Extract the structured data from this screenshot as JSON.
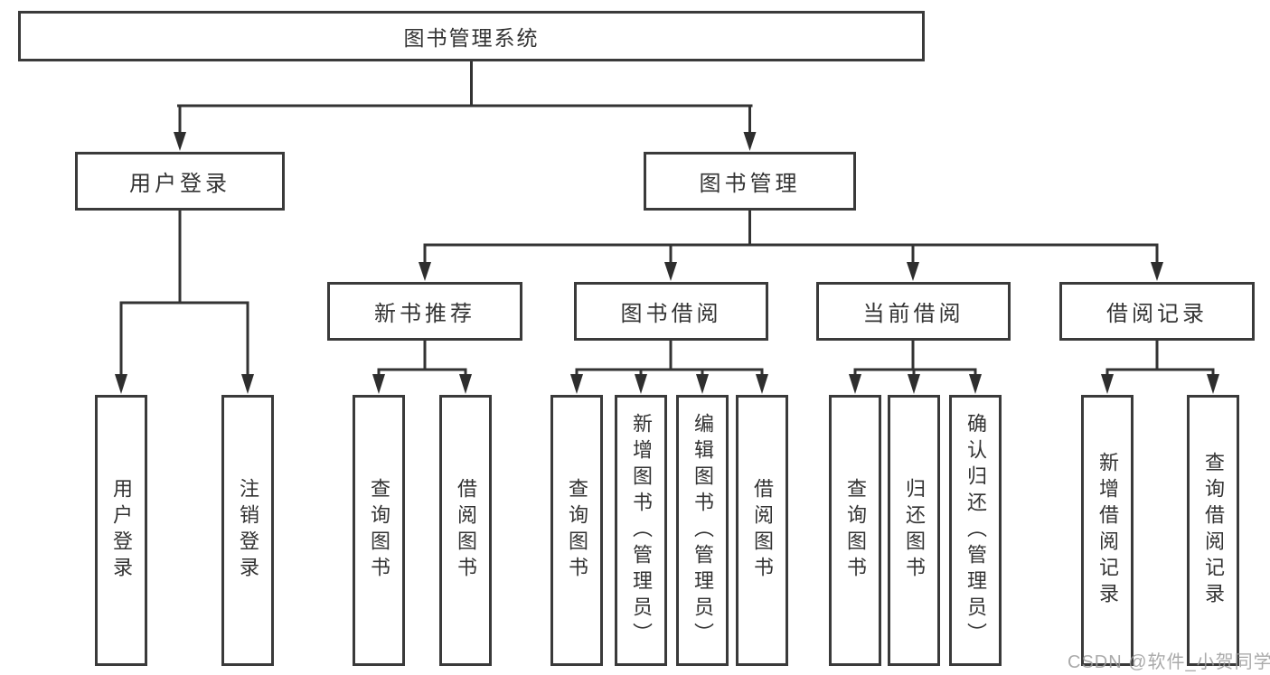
{
  "colors": {
    "line": "#333333",
    "box_border": "#3a3a3a",
    "box_background": "#ffffff",
    "text": "#333333",
    "watermark_text": "#9b9b9b",
    "page_background": "#ffffff"
  },
  "diagram": {
    "root": {
      "label": "图书管理系统"
    },
    "level2": [
      {
        "label": "用户登录",
        "children": [
          {
            "label": "用户登录"
          },
          {
            "label": "注销登录"
          }
        ]
      },
      {
        "label": "图书管理",
        "children": [
          {
            "label": "新书推荐",
            "children": [
              {
                "label": "查询图书"
              },
              {
                "label": "借阅图书"
              }
            ]
          },
          {
            "label": "图书借阅",
            "children": [
              {
                "label": "查询图书"
              },
              {
                "label": "新增图书（管理员）"
              },
              {
                "label": "编辑图书（管理员）"
              },
              {
                "label": "借阅图书"
              }
            ]
          },
          {
            "label": "当前借阅",
            "children": [
              {
                "label": "查询图书"
              },
              {
                "label": "归还图书"
              },
              {
                "label": "确认归还（管理员）"
              }
            ]
          },
          {
            "label": "借阅记录",
            "children": [
              {
                "label": "新增借阅记录"
              },
              {
                "label": "查询借阅记录"
              }
            ]
          }
        ]
      }
    ]
  },
  "watermark": {
    "label": "CSDN @软件_小贺同学"
  }
}
